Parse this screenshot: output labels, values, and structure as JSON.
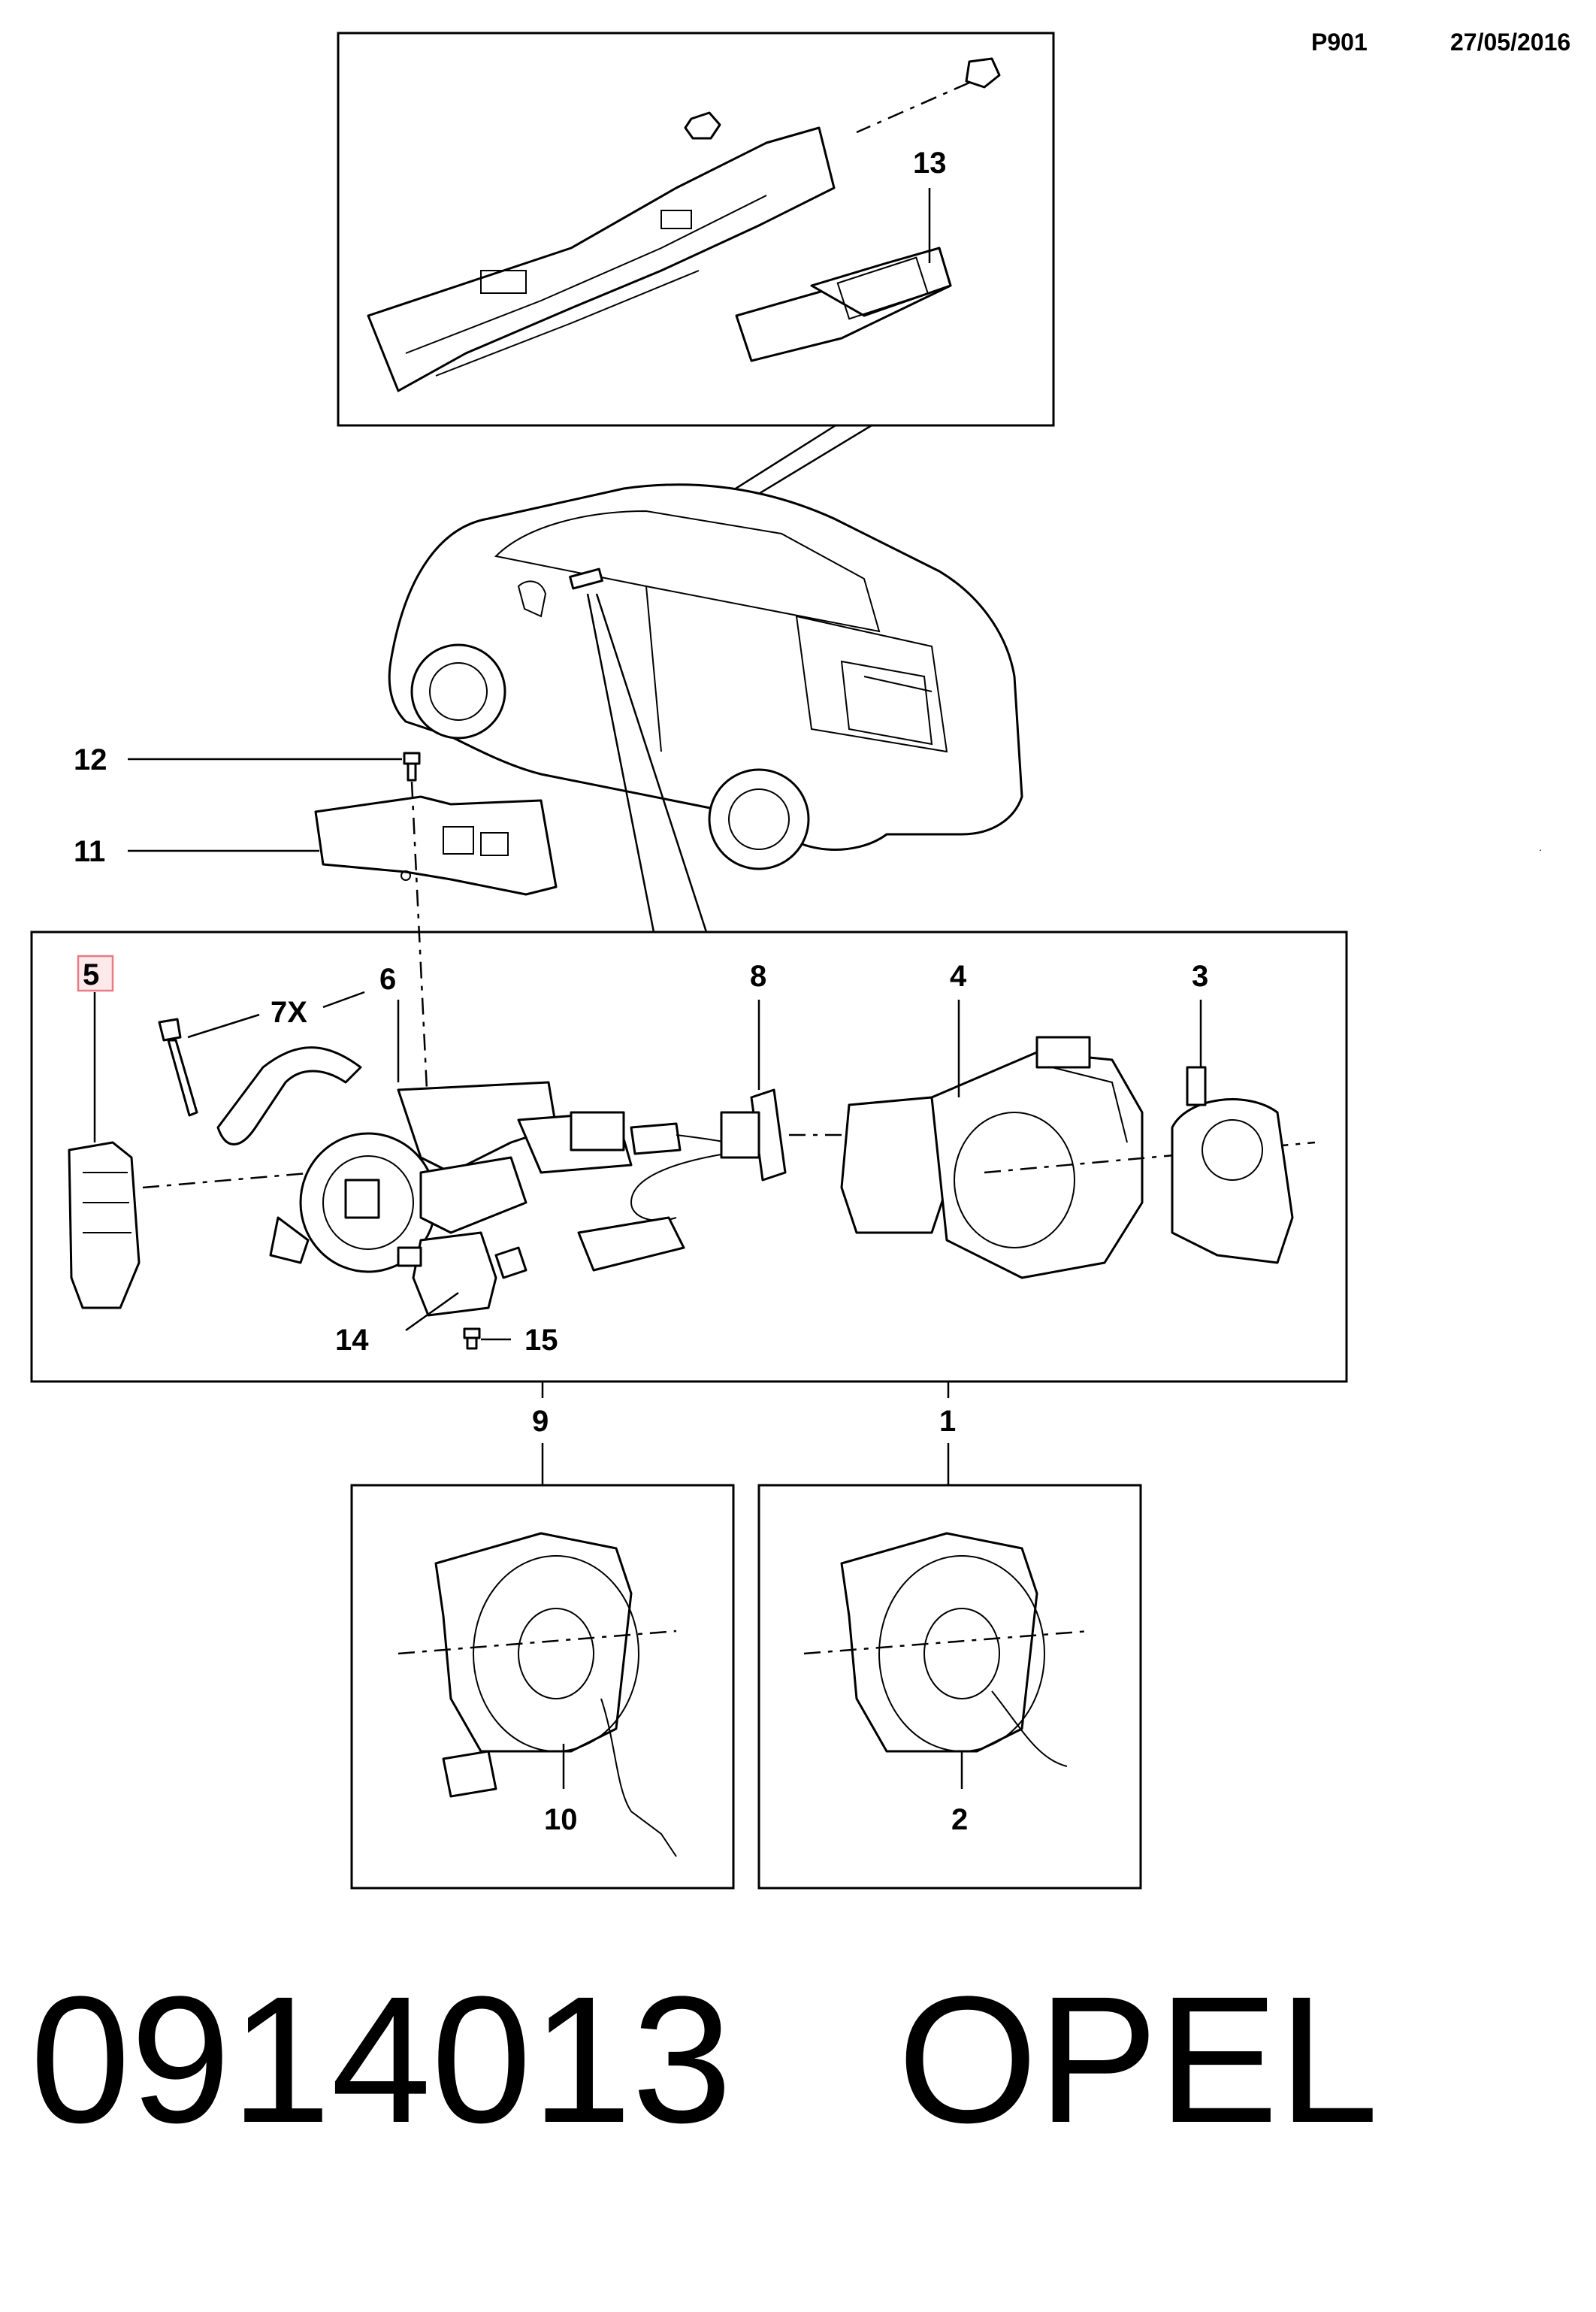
{
  "header": {
    "code": "P901",
    "date": "27/05/2016"
  },
  "callouts": {
    "c1": "1",
    "c2": "2",
    "c3": "3",
    "c4": "4",
    "c5": "5",
    "c6": "6",
    "c7": "7X",
    "c8": "8",
    "c9": "9",
    "c10": "10",
    "c11": "11",
    "c12": "12",
    "c13": "13",
    "c14": "14",
    "c15": "15"
  },
  "footer": {
    "part_number": "0914013",
    "brand": "OPEL"
  },
  "colors": {
    "line": "#000000",
    "highlight_fill": "#fde8ea",
    "highlight_stroke": "#e87b86"
  }
}
